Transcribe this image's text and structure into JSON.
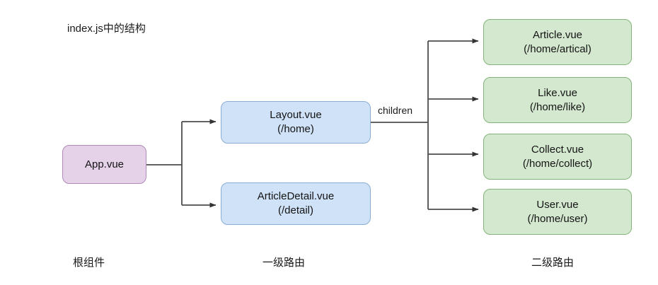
{
  "diagram": {
    "title": "index.js中的结构",
    "type": "tree",
    "colors": {
      "root_fill": "#e5d1e8",
      "root_stroke": "#b08bb8",
      "level1_fill": "#cfe2f7",
      "level1_stroke": "#8aadd4",
      "level2_fill": "#d4e8cf",
      "level2_stroke": "#82b47a",
      "connector": "#4d4d4d",
      "background": "#ffffff"
    },
    "root": {
      "name": "App.vue",
      "path": ""
    },
    "level1": [
      {
        "name": "Layout.vue",
        "path": "(/home)"
      },
      {
        "name": "ArticleDetail.vue",
        "path": "(/detail)"
      }
    ],
    "level2": [
      {
        "name": "Article.vue",
        "path": "(/home/artical)"
      },
      {
        "name": "Like.vue",
        "path": "(/home/like)"
      },
      {
        "name": "Collect.vue",
        "path": "(/home/collect)"
      },
      {
        "name": "User.vue",
        "path": "(/home/user)"
      }
    ],
    "edge_labels": {
      "children": "children"
    },
    "captions": [
      "根组件",
      "一级路由",
      "二级路由"
    ]
  }
}
